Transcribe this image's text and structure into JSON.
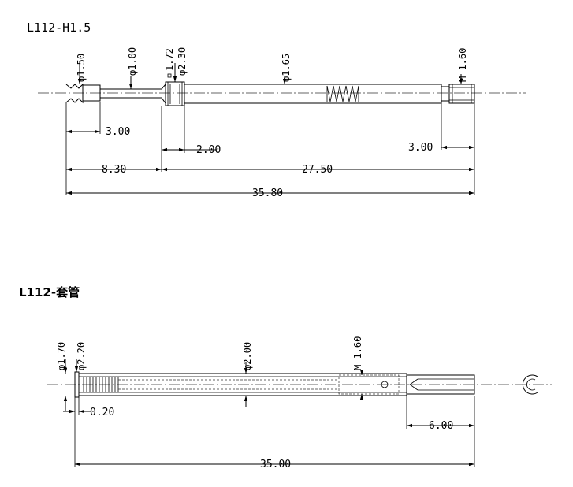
{
  "part1": {
    "title": "L112-H1.5",
    "diameters": {
      "tip": "φ1.50",
      "neck": "φ1.00",
      "collar_small": "1.72",
      "collar_big": "φ2.30",
      "body": "φ1.65",
      "thread": "M 1.60"
    },
    "lengths": {
      "tip_len": "3.00",
      "collar_len": "2.00",
      "thread_len": "3.00",
      "front_len": "8.30",
      "body_len": "27.50",
      "total_len": "35.80"
    }
  },
  "part2": {
    "title": "L112-套管",
    "diameters": {
      "inner": "φ1.70",
      "outer": "φ2.20",
      "body": "φ2.00",
      "thread": "M 1.60"
    },
    "lengths": {
      "flange": "0.20",
      "tail": "6.00",
      "total": "35.00"
    }
  }
}
